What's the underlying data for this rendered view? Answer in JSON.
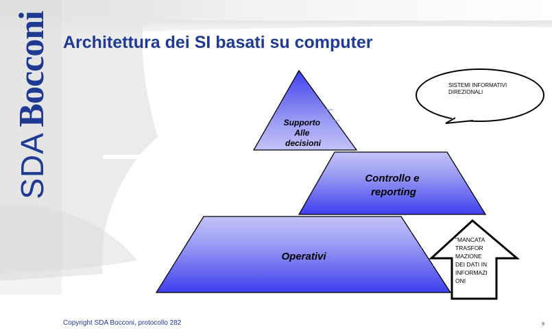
{
  "slide": {
    "brand": {
      "sda": "SDA",
      "bocconi": "Bocconi"
    },
    "title": "Architettura dei SI basati su computer",
    "footer": "Copyright SDA Bocconi, protocollo 282",
    "page_number": "9"
  },
  "diagram": {
    "top_level": {
      "lines": [
        "Supporto",
        "Alle",
        "decisioni"
      ]
    },
    "middle_level": {
      "lines": [
        "Controllo e",
        "reporting"
      ]
    },
    "bottom_level": {
      "lines": [
        "Operativi"
      ]
    },
    "callout": {
      "lines": [
        "SISTEMI INFORMATIVI",
        "DIREZIONALI"
      ]
    },
    "arrow_note": {
      "lines": [
        "\"MANCATA",
        "TRASFOR",
        "MAZIONE",
        "DEI DATI IN",
        "INFORMAZI",
        "ONI"
      ]
    }
  },
  "colors": {
    "brand_blue": "#1f3a93",
    "level_light": "#b7b9f7",
    "level_mid": "#8d8ff2",
    "level_dark": "#4b4cf0"
  }
}
